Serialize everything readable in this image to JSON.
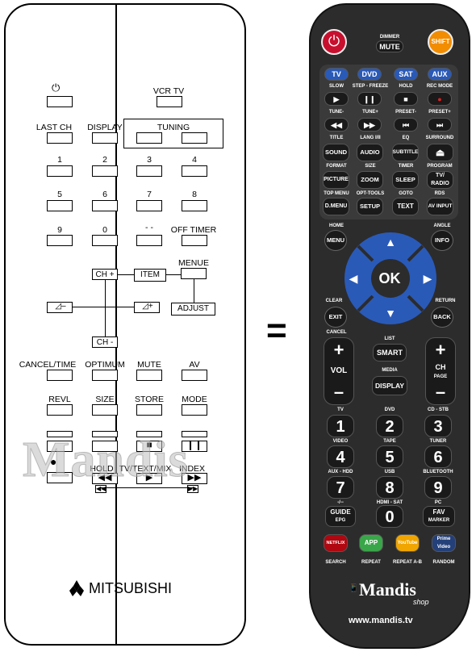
{
  "left_remote": {
    "labels": {
      "vcr_tv": "VCR  TV",
      "last_ch": "LAST CH",
      "display": "DISPLAY",
      "tuning": "TUNING",
      "n1": "1",
      "n2": "2",
      "n3": "3",
      "n4": "4",
      "n5": "5",
      "n6": "6",
      "n7": "7",
      "n8": "8",
      "n9": "9",
      "n0": "0",
      "dash": "- -",
      "off_timer": "OFF TIMER",
      "menue": "MENUE",
      "ch_up": "CH +",
      "item": "ITEM",
      "adjust": "ADJUST",
      "ch_down": "CH -",
      "cancel_time": "CANCEL/TIME",
      "optimum": "OPTIMUM",
      "mute": "MUTE",
      "av": "AV",
      "revl": "REVL",
      "size": "SIZE",
      "store": "STORE",
      "mode": "MODE",
      "hold": "HOLD",
      "tv_text_mix": "TV/TEXT/MIX",
      "index": "INDEX"
    },
    "brand": "MITSUBISHI"
  },
  "watermark": "Mandis",
  "equals": "=",
  "right_remote": {
    "power_icon": "power-icon",
    "dimmer": "DIMMER",
    "mute": "MUTE",
    "shift": "SHIFT",
    "sources": [
      "TV",
      "DVD",
      "SAT",
      "AUX"
    ],
    "row_labels_1": [
      "SLOW",
      "STEP - FREEZE",
      "HOLD",
      "REC MODE"
    ],
    "row_labels_2": [
      "TUNE-",
      "TUNE+",
      "PRESET-",
      "PRESET+"
    ],
    "row_labels_3": [
      "TITLE",
      "LANG I/II",
      "EQ",
      "SURROUND"
    ],
    "row3_keys": [
      "SOUND",
      "AUDIO",
      "SUBTITLE",
      "EJECT"
    ],
    "row_labels_4": [
      "FORMAT",
      "SIZE",
      "TIMER",
      "PROGRAM"
    ],
    "row4_keys": [
      "PICTURE",
      "ZOOM",
      "SLEEP",
      "TV/ RADIO"
    ],
    "row_labels_5": [
      "TOP MENU",
      "OPT-TOOLS",
      "GOTO",
      "RDS"
    ],
    "row5_keys": [
      "D.MENU",
      "SETUP",
      "TEXT",
      "AV INPUT"
    ],
    "home": "HOME",
    "angle": "ANGLE",
    "menu": "MENU",
    "info": "INFO",
    "ok": "OK",
    "clear": "CLEAR",
    "return": "RETURN",
    "exit": "EXIT",
    "back": "BACK",
    "cancel": "CANCEL",
    "list": "LIST",
    "smart": "SMART",
    "media": "MEDIA",
    "display": "DISPLAY",
    "vol": "VOL",
    "ch": "CH",
    "page": "PAGE",
    "num_labels": [
      "TV",
      "DVD",
      "CD - STB",
      "VIDEO",
      "TAPE",
      "TUNER",
      "AUX - HDD",
      "USB",
      "BLUETOOTH",
      "-/--",
      "HDMI - SAT",
      "PC"
    ],
    "nums": [
      "1",
      "2",
      "3",
      "4",
      "5",
      "6",
      "7",
      "8",
      "9",
      "0"
    ],
    "guide": "GUIDE",
    "epg": "EPG",
    "fav": "FAV",
    "marker": "MARKER",
    "apps": [
      "NETFLIX",
      "APP",
      "YouTube",
      "Prime Video"
    ],
    "app_labels": [
      "SEARCH",
      "REPEAT",
      "REPEAT A-B",
      "RANDOM"
    ],
    "logo": "Mandis",
    "logo_sub": "shop",
    "url": "www.mandis.tv",
    "colors": {
      "body": "#2c2c2c",
      "power": "#c8102e",
      "shift": "#f28c00",
      "dpad": "#2a5ab8",
      "source": "#2a5ab8",
      "netflix": "#b00710",
      "app": "#3aa64a",
      "youtube": "#f0a500",
      "prime": "#24407a"
    }
  }
}
